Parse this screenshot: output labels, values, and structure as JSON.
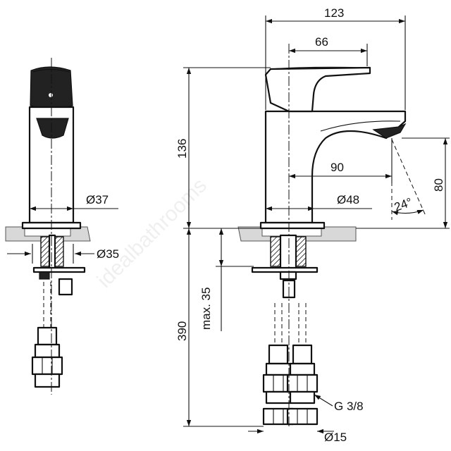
{
  "dimensions": {
    "overall_length": "123",
    "lever_offset": "66",
    "height_above_counter": "136",
    "spout_reach": "90",
    "spout_height": "80",
    "spout_angle": "24°",
    "body_diameter_side": "Ø37",
    "body_diameter_front": "Ø48",
    "hole_diameter": "Ø35",
    "max_counter_thickness": "max. 35",
    "hose_length": "390",
    "thread": "G 3/8",
    "connector_diameter": "Ø15"
  },
  "watermark": "idealbathrooms"
}
